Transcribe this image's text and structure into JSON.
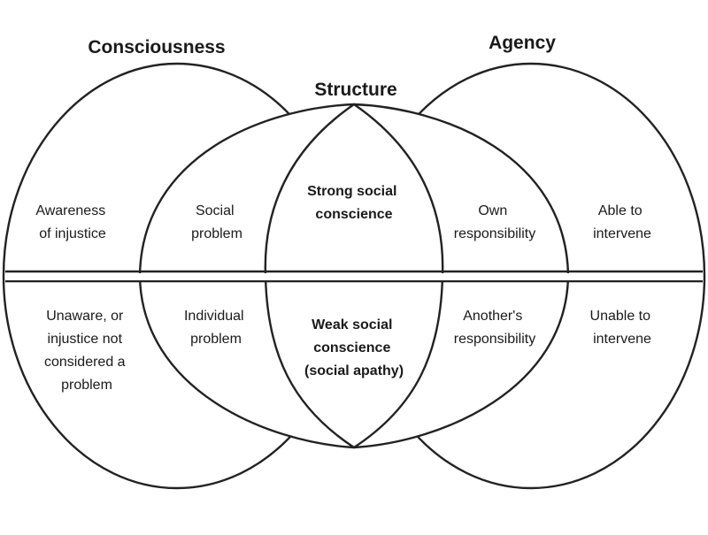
{
  "titles": {
    "consciousness": "Consciousness",
    "agency": "Agency",
    "structure": "Structure"
  },
  "upper": {
    "awareness": [
      "Awareness",
      "of injustice"
    ],
    "social_problem": [
      "Social",
      "problem"
    ],
    "strong_conscience": [
      "Strong social",
      "conscience"
    ],
    "own_responsibility": [
      "Own",
      "responsibility"
    ],
    "able": [
      "Able to",
      "intervene"
    ]
  },
  "lower": {
    "unaware": [
      "Unaware, or",
      "injustice not",
      "considered a",
      "problem"
    ],
    "individual_problem": [
      "Individual",
      "problem"
    ],
    "weak_conscience": [
      "Weak social",
      "conscience",
      "(social apathy)"
    ],
    "another_responsibility": [
      "Another's",
      "responsibility"
    ],
    "unable": [
      "Unable to",
      "intervene"
    ]
  }
}
